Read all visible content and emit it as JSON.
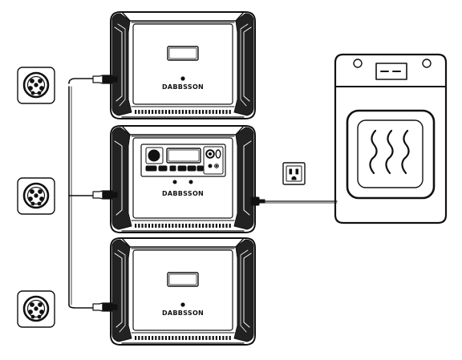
{
  "diagram": {
    "brand_label": "DABBSSON",
    "units": [
      {
        "role": "expansion-battery",
        "brand": "DABBSSON"
      },
      {
        "role": "main-power-station",
        "brand": "DABBSSON"
      },
      {
        "role": "expansion-battery",
        "brand": "DABBSSON"
      }
    ],
    "connector_icons": [
      "ev-plug-icon",
      "ev-plug-icon",
      "ev-plug-icon"
    ],
    "outlet_icon": "ac-outlet-icon",
    "appliance_icon": "oven-appliance-icon"
  }
}
